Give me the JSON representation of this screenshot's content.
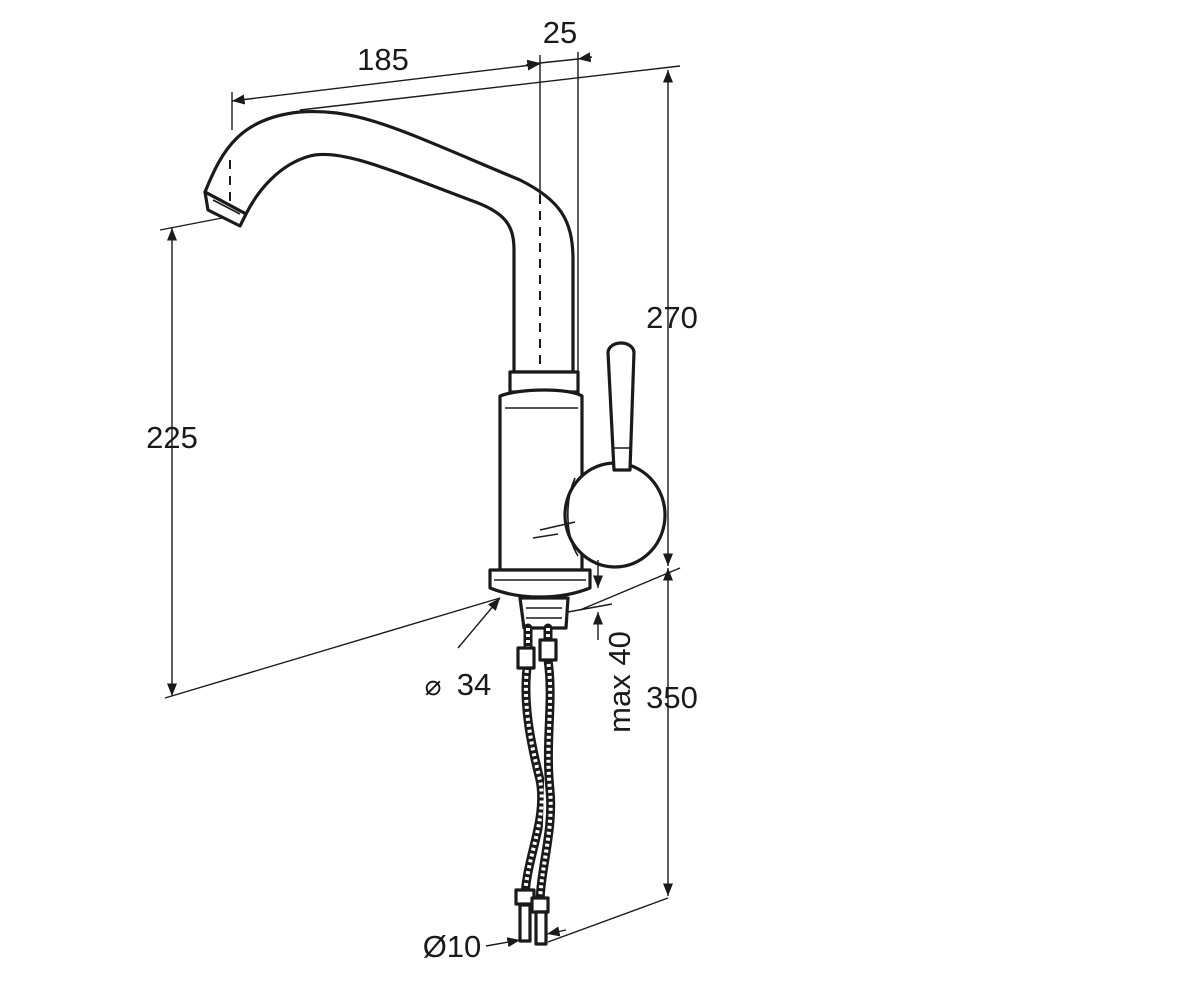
{
  "diagram": {
    "dimensions": {
      "spout_reach": "185",
      "offset": "25",
      "total_height": "270",
      "spout_height": "225",
      "hole_diameter_symbol": "⌀",
      "hole_diameter": "34",
      "max_thickness": "max 40",
      "hose_length": "350",
      "hose_diameter": "Ø10"
    },
    "colors": {
      "line": "#1a1a1a",
      "background": "#ffffff"
    }
  }
}
